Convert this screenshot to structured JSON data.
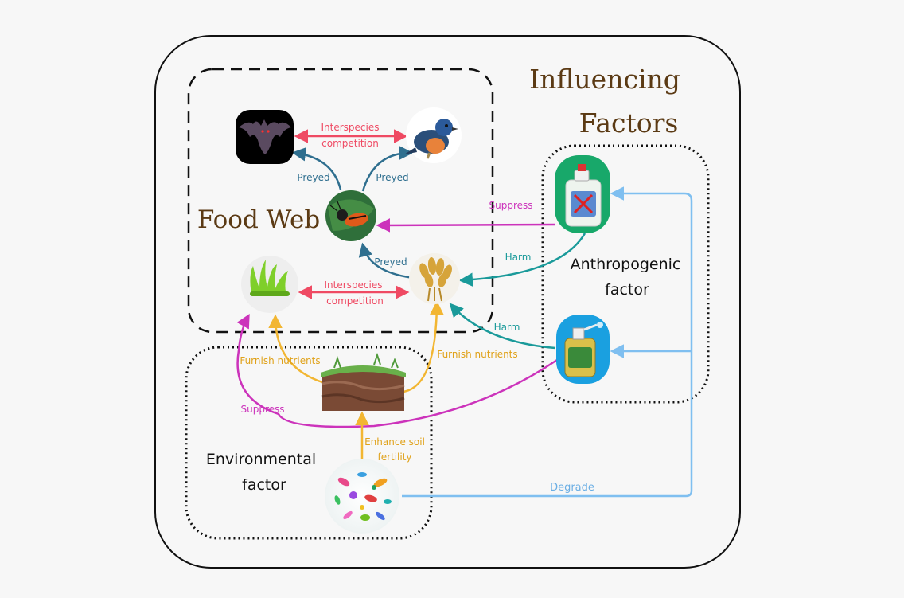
{
  "titles": {
    "influencing_line1": "Influencing",
    "influencing_line2": "Factors",
    "food_web": "Food Web",
    "anthropogenic_line1": "Anthropogenic",
    "anthropogenic_line2": "factor",
    "environmental_line1": "Environmental",
    "environmental_line2": "factor"
  },
  "labels": {
    "competition_top_1": "Interspecies",
    "competition_top_2": "competition",
    "competition_bottom_1": "Interspecies",
    "competition_bottom_2": "competition",
    "preyed_left": "Preyed",
    "preyed_right": "Preyed",
    "preyed_bottom": "Preyed",
    "suppress_right": "Suppress",
    "suppress_left": "Suppress",
    "harm_top": "Harm",
    "harm_bottom": "Harm",
    "furnish_left": "Furnish nutrients",
    "furnish_right": "Furnish nutrients",
    "enhance_1": "Enhance soil",
    "enhance_2": "fertility",
    "degrade": "Degrade"
  },
  "colors": {
    "competition": "#ef4a63",
    "preyed": "#2f6f8f",
    "suppress": "#cc33bb",
    "harm": "#1a9a9a",
    "nutrients": "#f2b632",
    "degrade": "#7fbff0",
    "title_brown": "#5b3a14"
  },
  "icons": [
    "bat-icon",
    "bird-icon",
    "insect-icon",
    "grass-icon",
    "wheat-icon",
    "soil-icon",
    "microbes-icon",
    "pesticide-bottle-icon",
    "herbicide-sprayer-icon"
  ]
}
